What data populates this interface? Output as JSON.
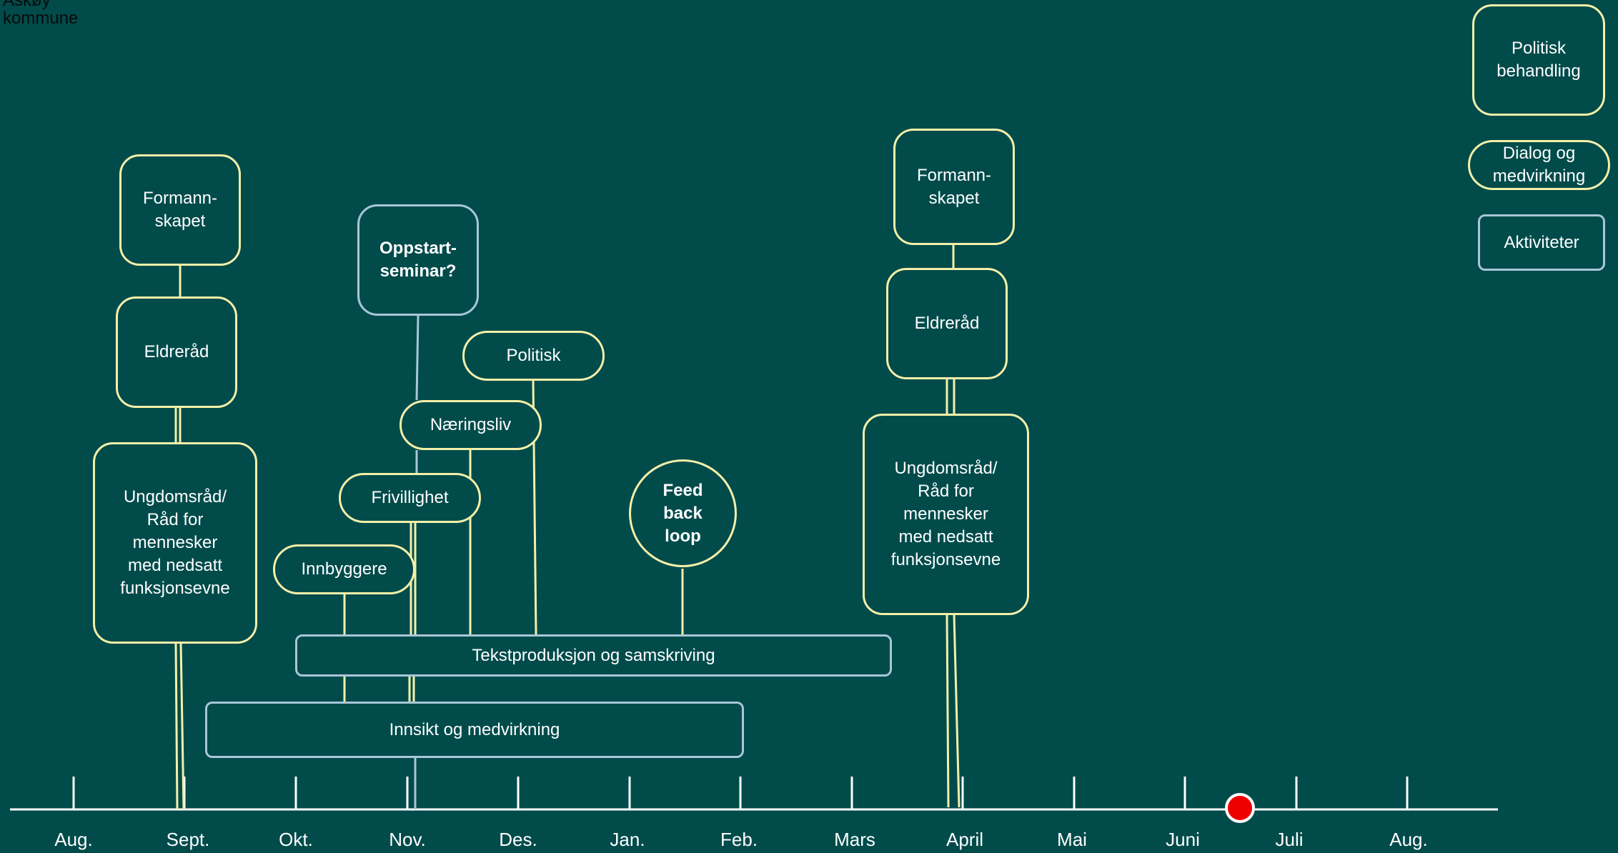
{
  "logo": {
    "text": "Askøy\nkommune"
  },
  "legend": {
    "politisk": "Politisk\nbehandling",
    "dialog": "Dialog og\nmedvirkning",
    "aktiviteter": "Aktiviteter"
  },
  "nodes": {
    "formannskapet_1": "Formann-\nskapet",
    "eldrerad_1": "Eldreråd",
    "ungdomsrad_1": "Ungdomsråd/\nRåd for\nmennesker\nmed nedsatt\nfunksjonsevne",
    "oppstartseminar": "Oppstart-\nseminar?",
    "politisk": "Politisk",
    "naeringsliv": "Næringsliv",
    "frivillighet": "Frivillighet",
    "innbyggere": "Innbyggere",
    "feedback": "Feed\nback\nloop",
    "tekstproduksjon": "Tekstproduksjon og samskriving",
    "innsikt": "Innsikt og medvirkning",
    "formannskapet_2": "Formann-\nskapet",
    "eldrerad_2": "Eldreråd",
    "ungdomsrad_2": "Ungdomsråd/\nRåd for\nmennesker\nmed nedsatt\nfunksjonsevne"
  },
  "timeline": {
    "months": [
      "Aug.",
      "Sept.",
      "Okt.",
      "Nov.",
      "Des.",
      "Jan.",
      "Feb.",
      "Mars",
      "April",
      "Mai",
      "Juni",
      "Juli",
      "Aug."
    ],
    "current_marker_color": "#ee0000"
  },
  "colors": {
    "background": "#014b4b",
    "political_border": "#f4f0a8",
    "activity_border": "#a9c6d8"
  }
}
